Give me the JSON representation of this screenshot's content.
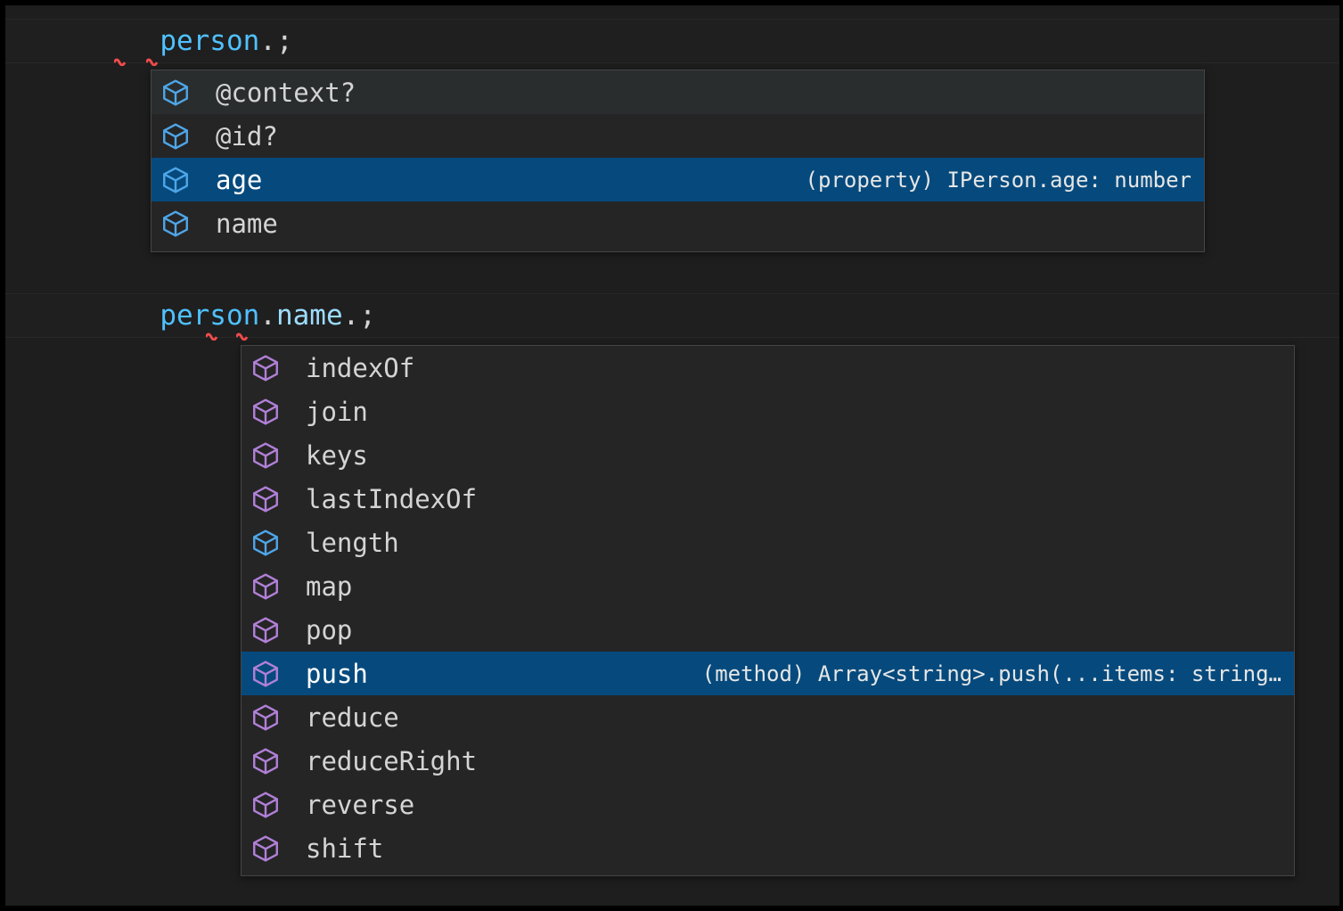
{
  "theme": {
    "editor_background": "#1e1e1e",
    "popup_background": "#252526",
    "popup_border": "#454545",
    "selection_background": "#064a7d",
    "hover_background": "#2a2d2e",
    "text_color": "#d4d4d4",
    "variable_color": "#4fc1ff",
    "property_color": "#9cdcfe",
    "method_icon_color": "#b180d7",
    "property_icon_color": "#4ea6e8",
    "error_squiggle_color": "#f14c4c"
  },
  "editor": {
    "lines": [
      {
        "id": "line-1",
        "tokens": [
          {
            "text": "person",
            "kind": "variable"
          },
          {
            "text": ".",
            "kind": "punct"
          },
          {
            "text": ";",
            "kind": "punct"
          }
        ],
        "plain": "person.;"
      },
      {
        "id": "line-2",
        "tokens": [
          {
            "text": "person",
            "kind": "variable"
          },
          {
            "text": ".",
            "kind": "punct"
          },
          {
            "text": "name",
            "kind": "property"
          },
          {
            "text": ".",
            "kind": "punct"
          },
          {
            "text": ";",
            "kind": "punct"
          }
        ],
        "plain": "person.name.;"
      }
    ]
  },
  "suggest_person": {
    "items": [
      {
        "label": "@context?",
        "icon": "property-cube-icon",
        "icon_kind": "property",
        "state": "hover",
        "detail": ""
      },
      {
        "label": "@id?",
        "icon": "property-cube-icon",
        "icon_kind": "property",
        "state": "normal",
        "detail": ""
      },
      {
        "label": "age",
        "icon": "property-cube-icon",
        "icon_kind": "property",
        "state": "selected",
        "detail": "(property) IPerson.age: number"
      },
      {
        "label": "name",
        "icon": "property-cube-icon",
        "icon_kind": "property",
        "state": "normal",
        "detail": ""
      }
    ]
  },
  "suggest_name": {
    "items": [
      {
        "label": "indexOf",
        "icon": "method-cube-icon",
        "icon_kind": "method",
        "state": "normal",
        "detail": ""
      },
      {
        "label": "join",
        "icon": "method-cube-icon",
        "icon_kind": "method",
        "state": "normal",
        "detail": ""
      },
      {
        "label": "keys",
        "icon": "method-cube-icon",
        "icon_kind": "method",
        "state": "normal",
        "detail": ""
      },
      {
        "label": "lastIndexOf",
        "icon": "method-cube-icon",
        "icon_kind": "method",
        "state": "normal",
        "detail": ""
      },
      {
        "label": "length",
        "icon": "property-cube-icon",
        "icon_kind": "property",
        "state": "normal",
        "detail": ""
      },
      {
        "label": "map",
        "icon": "method-cube-icon",
        "icon_kind": "method",
        "state": "normal",
        "detail": ""
      },
      {
        "label": "pop",
        "icon": "method-cube-icon",
        "icon_kind": "method",
        "state": "normal",
        "detail": ""
      },
      {
        "label": "push",
        "icon": "method-cube-icon",
        "icon_kind": "method",
        "state": "selected",
        "detail": "(method) Array<string>.push(...items: string…"
      },
      {
        "label": "reduce",
        "icon": "method-cube-icon",
        "icon_kind": "method",
        "state": "normal",
        "detail": ""
      },
      {
        "label": "reduceRight",
        "icon": "method-cube-icon",
        "icon_kind": "method",
        "state": "normal",
        "detail": ""
      },
      {
        "label": "reverse",
        "icon": "method-cube-icon",
        "icon_kind": "method",
        "state": "normal",
        "detail": ""
      },
      {
        "label": "shift",
        "icon": "method-cube-icon",
        "icon_kind": "method",
        "state": "normal",
        "detail": ""
      }
    ]
  }
}
